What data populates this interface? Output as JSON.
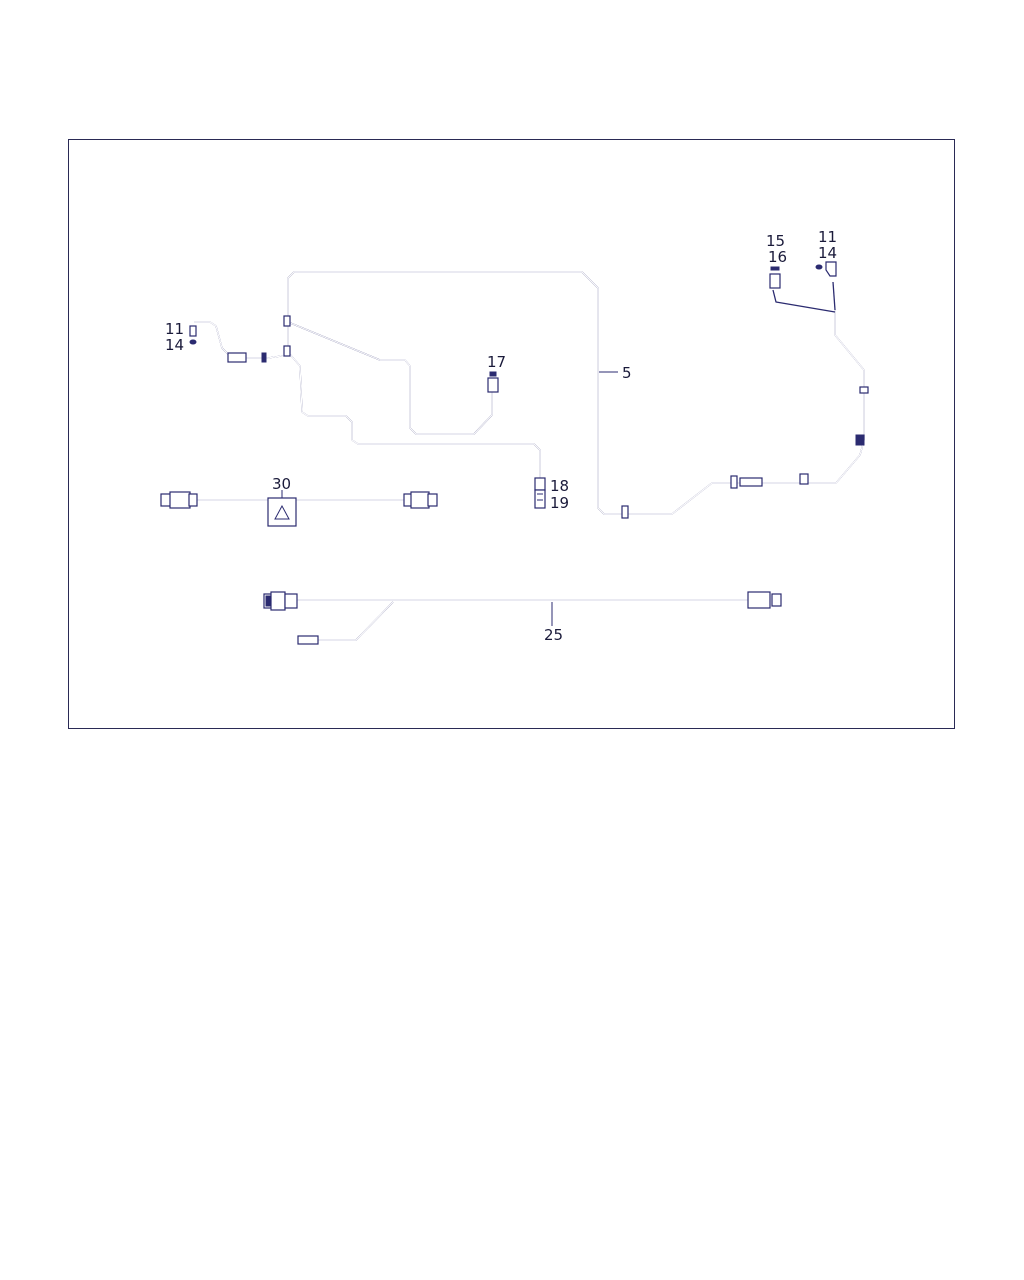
{
  "diagram": {
    "callouts": {
      "c5": "5",
      "c11_left": "11",
      "c14_left": "14",
      "c17": "17",
      "c18": "18",
      "c19": "19",
      "c30": "30",
      "c25": "25",
      "c15": "15",
      "c16": "16",
      "c11_right": "11",
      "c14_right": "14"
    },
    "colors": {
      "line": "#2b2b70",
      "frame": "#2a2a55"
    }
  }
}
